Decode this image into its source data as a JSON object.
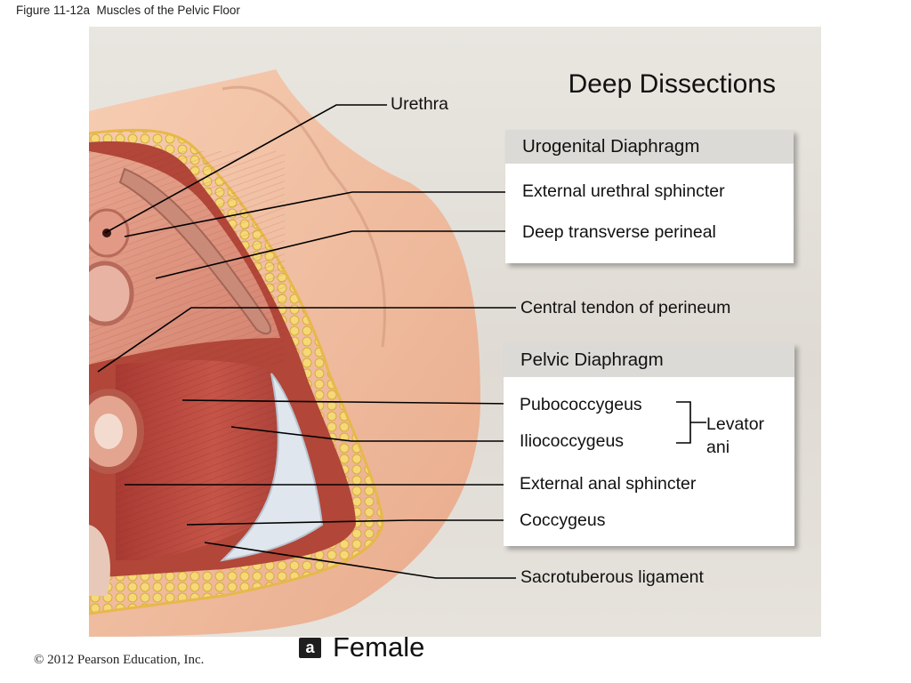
{
  "figure_title": "Figure 11-12a  Muscles of the Pelvic Floor",
  "panel_title": "Deep Dissections",
  "labels": {
    "urethra": "Urethra",
    "external_urethral_sphincter": "External urethral sphincter",
    "deep_transverse_perineal": "Deep transverse perineal",
    "central_tendon": "Central tendon of perineum",
    "pubococcygeus": "Pubococcygeus",
    "iliococcygeus": "Iliococcygeus",
    "levator_ani": "Levator ani",
    "external_anal_sphincter": "External anal sphincter",
    "coccygeus": "Coccygeus",
    "sacrotuberous_ligament": "Sacrotuberous ligament"
  },
  "boxes": {
    "urogenital_diaphragm": "Urogenital Diaphragm",
    "pelvic_diaphragm": "Pelvic Diaphragm"
  },
  "panel_letter": "a",
  "panel_caption": "Female",
  "copyright": "© 2012 Pearson Education, Inc.",
  "colors": {
    "background": "#e4e0da",
    "skin": "#f2c3a6",
    "muscle": "#b8453c",
    "fat": "#f3d36b",
    "ligament": "#dfe6ee",
    "box_header": "#dcdad6"
  }
}
